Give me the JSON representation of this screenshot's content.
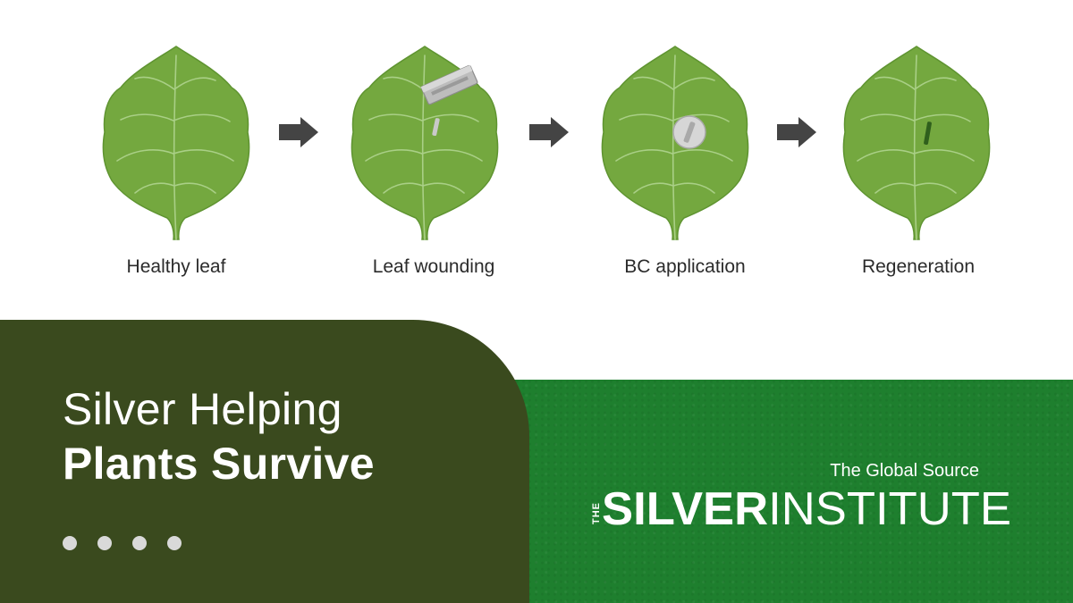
{
  "steps": [
    {
      "label": "Healthy leaf"
    },
    {
      "label": "Leaf wounding"
    },
    {
      "label": "BC application"
    },
    {
      "label": "Regeneration"
    }
  ],
  "headline": {
    "line1": "Silver Helping",
    "line2": "Plants Survive"
  },
  "carousel": {
    "dot_count": 4
  },
  "logo": {
    "tagline": "The Global Source",
    "the": "THE",
    "word1": "SILVER",
    "word2": "INSTITUTE"
  },
  "colors": {
    "leaf": "#74a83f",
    "leaf_edge": "#5f9431",
    "vein": "#a9cf86",
    "arrow": "#444444",
    "panel_dark": "#3a4a1e",
    "panel_green": "#1e7f2e"
  },
  "icons": [
    "razor-blade-icon",
    "silver-disc-icon",
    "arrow-right-icon"
  ]
}
